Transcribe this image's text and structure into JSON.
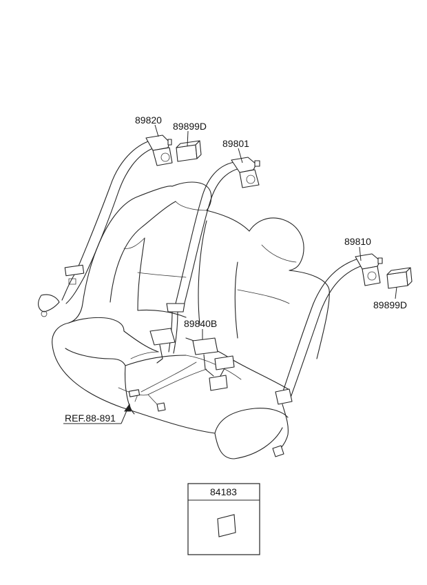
{
  "callouts": {
    "p89820": "89820",
    "p89899d_top": "89899D",
    "p89801": "89801",
    "p89810": "89810",
    "p89899d_right": "89899D",
    "p89840b": "89840B",
    "ref": "REF.88-891"
  },
  "legend_box": {
    "title": "84183"
  }
}
